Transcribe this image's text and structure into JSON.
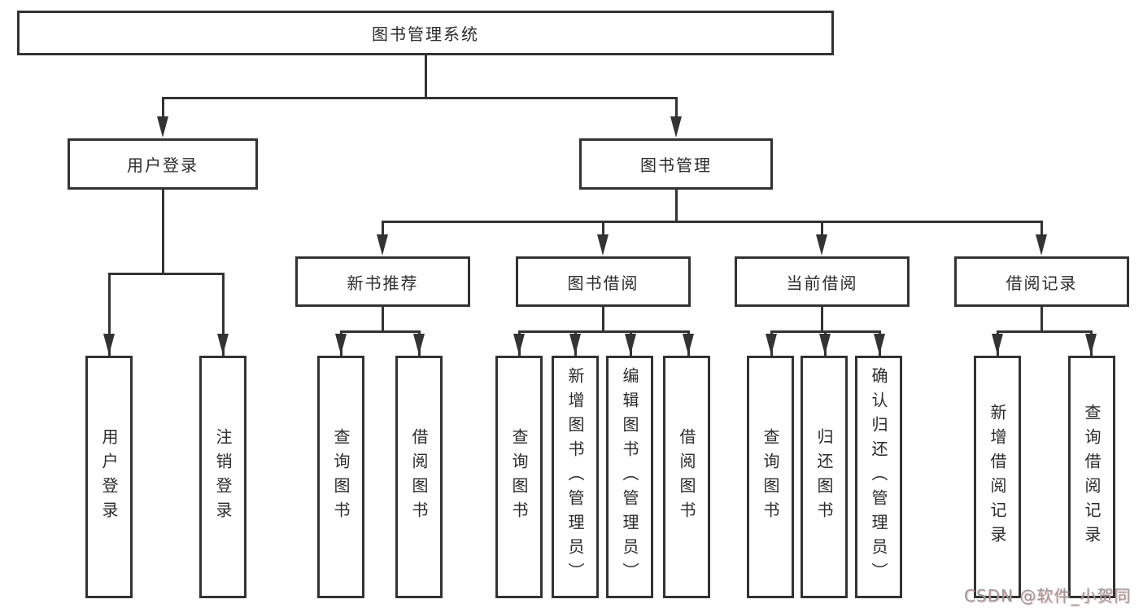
{
  "tree": {
    "label": "图书管理系统",
    "children": [
      {
        "label": "用户登录",
        "children": [
          {
            "label": "用户登录"
          },
          {
            "label": "注销登录"
          }
        ]
      },
      {
        "label": "图书管理",
        "children": [
          {
            "label": "新书推荐",
            "children": [
              {
                "label": "查询图书"
              },
              {
                "label": "借阅图书"
              }
            ]
          },
          {
            "label": "图书借阅",
            "children": [
              {
                "label": "查询图书"
              },
              {
                "label": "新增图书（管理员）"
              },
              {
                "label": "编辑图书（管理员）"
              },
              {
                "label": "借阅图书"
              }
            ]
          },
          {
            "label": "当前借阅",
            "children": [
              {
                "label": "查询图书"
              },
              {
                "label": "归还图书"
              },
              {
                "label": "确认归还（管理员）"
              }
            ]
          },
          {
            "label": "借阅记录",
            "children": [
              {
                "label": "新增借阅记录"
              },
              {
                "label": "查询借阅记录"
              }
            ]
          }
        ]
      }
    ]
  },
  "watermark": {
    "text": "CSDN @软件_小贺同学"
  },
  "colors": {
    "line": "#333333",
    "text": "#2b2b2b",
    "background": "#ffffff",
    "watermark": "#9a9a9a"
  }
}
